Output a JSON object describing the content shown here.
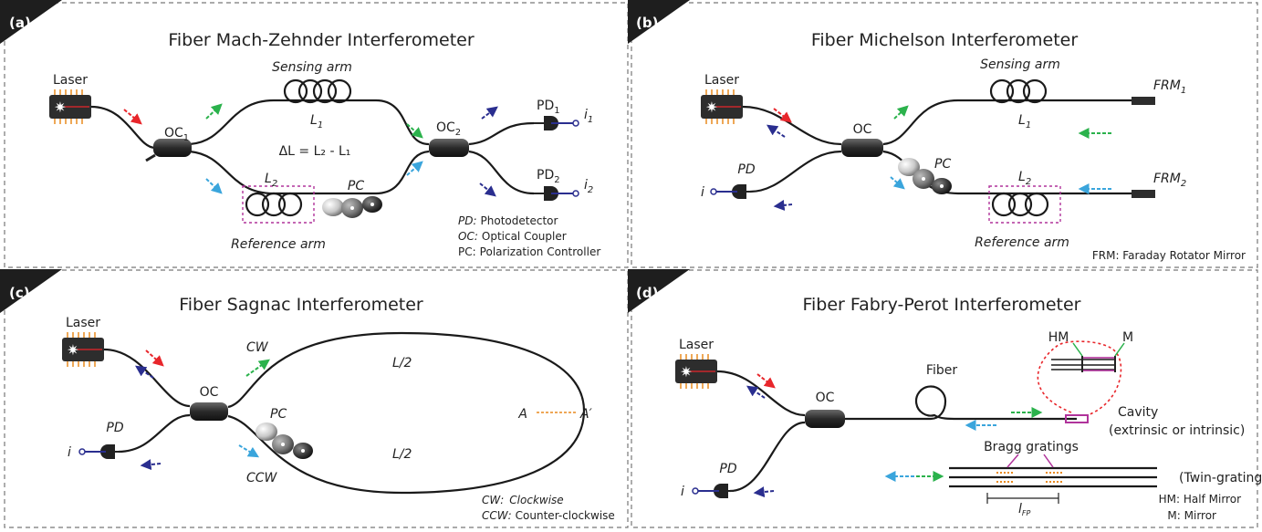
{
  "panels": {
    "a": {
      "tag": "(a)",
      "title": "Fiber Mach-Zehnder Interferometer",
      "laser": "Laser",
      "sensing_arm": "Sensing arm",
      "reference_arm": "Reference arm",
      "oc1": "OC",
      "oc1_sub": "1",
      "oc2": "OC",
      "oc2_sub": "2",
      "l1": "L",
      "l1_sub": "1",
      "l2": "L",
      "l2_sub": "2",
      "delta": "ΔL = L₂ - L₁",
      "pc": "PC",
      "pd1": "PD",
      "pd1_sub": "1",
      "pd2": "PD",
      "pd2_sub": "2",
      "i1": "i",
      "i1_sub": "1",
      "i2": "i",
      "i2_sub": "2",
      "legend": [
        {
          "abbr": "PD:",
          "text": "Photodetector",
          "italic": true
        },
        {
          "abbr": "OC:",
          "text": "Optical Coupler",
          "italic": true
        },
        {
          "abbr": "PC:",
          "text": "Polarization Controller",
          "italic": false
        }
      ]
    },
    "b": {
      "tag": "(b)",
      "title": "Fiber Michelson Interferometer",
      "laser": "Laser",
      "sensing_arm": "Sensing arm",
      "reference_arm": "Reference arm",
      "oc": "OC",
      "pd": "PD",
      "i": "i",
      "pc": "PC",
      "l1": "L",
      "l1_sub": "1",
      "l2": "L",
      "l2_sub": "2",
      "frm1": "FRM",
      "frm1_sub": "1",
      "frm2": "FRM",
      "frm2_sub": "2",
      "legend": "FRM: Faraday Rotator Mirror"
    },
    "c": {
      "tag": "(c)",
      "title": "Fiber Sagnac Interferometer",
      "laser": "Laser",
      "oc": "OC",
      "pd": "PD",
      "i": "i",
      "pc": "PC",
      "cw": "CW",
      "ccw": "CCW",
      "half_top": "L/2",
      "half_bottom": "L/2",
      "a": "A",
      "a_prime": "A′",
      "legend_cw_abbr": "CW:",
      "legend_cw": "Clockwise",
      "legend_ccw_abbr": "CCW:",
      "legend_ccw": "Counter-clockwise"
    },
    "d": {
      "tag": "(d)",
      "title": "Fiber Fabry-Perot Interferometer",
      "laser": "Laser",
      "oc": "OC",
      "pd": "PD",
      "i": "i",
      "fiber": "Fiber",
      "hm": "HM",
      "m": "M",
      "cavity": "Cavity",
      "cavity_note": "(extrinsic or intrinsic)",
      "bragg": "Bragg gratings",
      "twin": "(Twin-grating cavity)",
      "lff": "l",
      "lff_sub": "FP",
      "legend_hm": "HM: Half Mirror",
      "legend_m": "M: Mirror"
    }
  },
  "colors": {
    "arrow_red": "#e8262b",
    "arrow_green": "#2bb24c",
    "arrow_blue": "#3aa5dc",
    "arrow_navy": "#2a2e8f",
    "pink": "#b0339b",
    "laser_body": "#2d2d2d",
    "laser_pins": "#e88a1f"
  },
  "icons": [
    "laser-icon",
    "coupler-icon",
    "photodetector-icon",
    "polarization-controller-icon",
    "fiber-coil-icon",
    "faraday-rotator-mirror-icon"
  ]
}
